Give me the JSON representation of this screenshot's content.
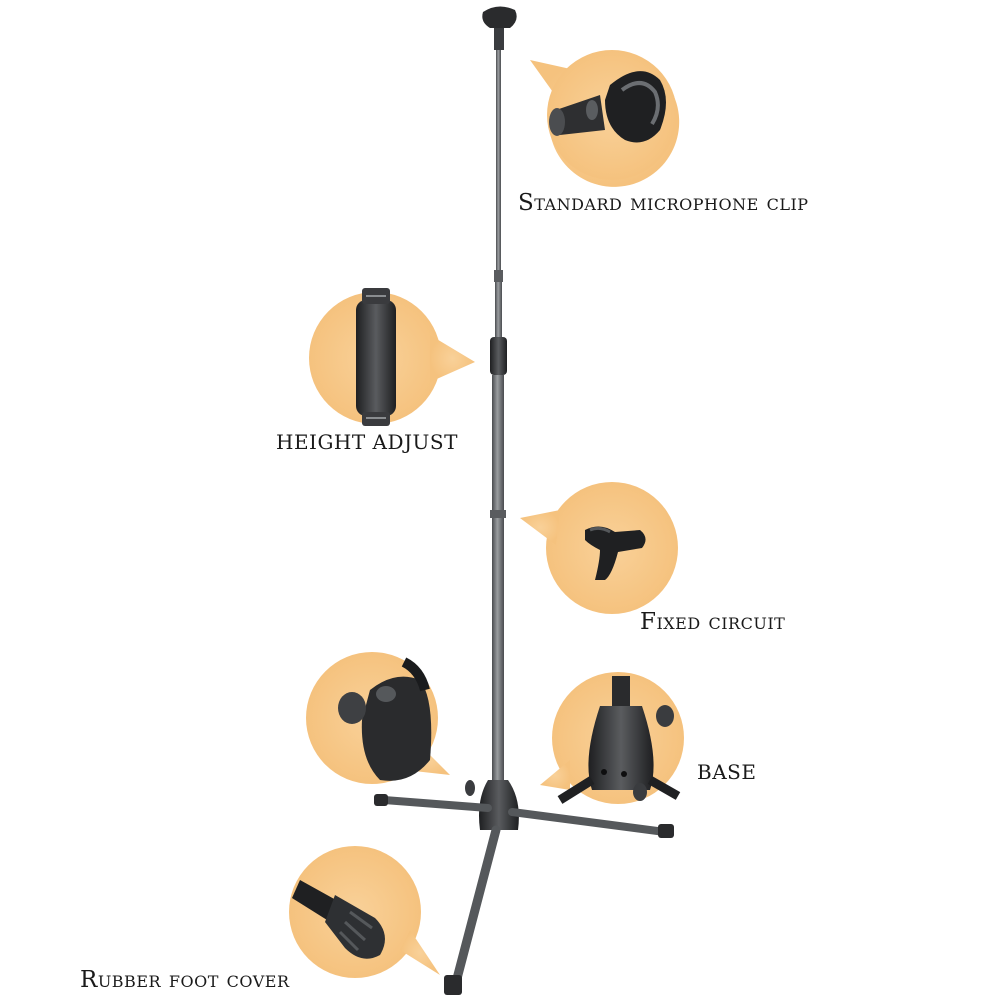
{
  "colors": {
    "callout_fill": "#f7c88a",
    "stand_metal": "#6a6d70",
    "stand_dark": "#2c2d2f",
    "background": "#ffffff"
  },
  "callouts": {
    "microphone_clip": {
      "label": "Standard microphone clip",
      "icon": "microphone-clip-icon"
    },
    "height_adjust": {
      "label": "HEIGHT ADJUST",
      "icon": "height-adjust-knob-icon"
    },
    "fixed_circuit": {
      "label": "Fixed circuit",
      "icon": "cable-clip-icon"
    },
    "base": {
      "label": "BASE",
      "icon": "tripod-base-icon"
    },
    "folding_joint": {
      "label": "",
      "icon": "locking-knob-icon"
    },
    "rubber_foot": {
      "label": "Rubber foot cover",
      "icon": "rubber-foot-icon"
    }
  }
}
